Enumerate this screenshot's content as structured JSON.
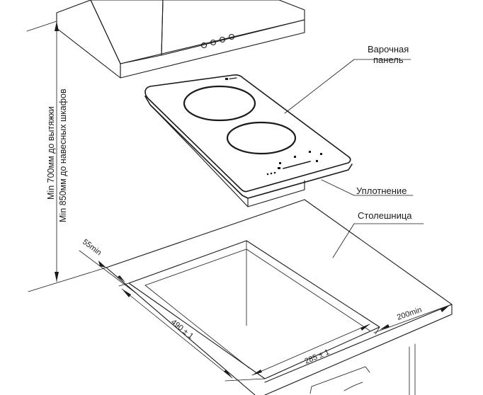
{
  "labels": {
    "hob": [
      "Варочная",
      "панель"
    ],
    "seal": "Уплотнение",
    "countertop": "Столешница"
  },
  "dimensions": {
    "clearance_hood": "Min 700мм до вытяжки",
    "clearance_cabinets": "Min 850мм до навесных шкафов",
    "edge_offset": "55min",
    "cutout_depth": "490 ± 1",
    "cutout_width": "285 ± 1",
    "rear_offset": "200min"
  },
  "colors": {
    "line": "#1a1a1a",
    "background": "#ffffff"
  }
}
